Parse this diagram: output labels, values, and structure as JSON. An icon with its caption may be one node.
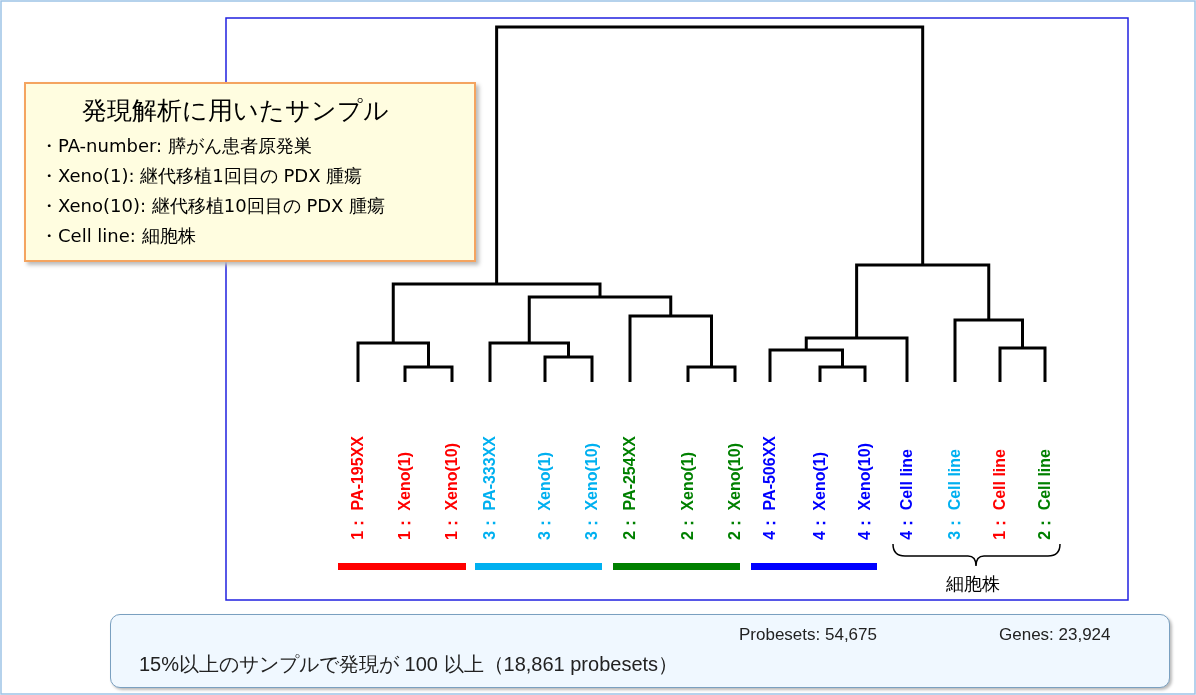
{
  "diagram": {
    "nodes": [
      {
        "text": [
          "発現解析に用いたサンプル",
          "・PA-number: 膵がん患者原発巣",
          "・Xeno(1): 継代移植1回目の PDX 腫瘍",
          "・Xeno(10): 継代移植10回目の PDX 腫瘍",
          "・Cell line: 細胞株"
        ]
      },
      {
        "text": [
          "Probesets: 54,675",
          "Genes: 23,924",
          "15%以上のサンプルで発現が 100 以上（18,861 probesets）"
        ]
      }
    ],
    "labels": [
      "1： PA-195XX",
      "1： Xeno(1)",
      "1： Xeno(10)",
      "3： PA-333XX",
      "3： Xeno(1)",
      "3： Xeno(10)",
      "2： PA-254XX",
      "2： Xeno(1)",
      "2： Xeno(10)",
      "4： PA-506XX",
      "4： Xeno(1)",
      "4： Xeno(10)",
      "4： Cell line",
      "3： Cell line",
      "1： Cell line",
      "2： Cell line",
      "細胞株"
    ]
  }
}
